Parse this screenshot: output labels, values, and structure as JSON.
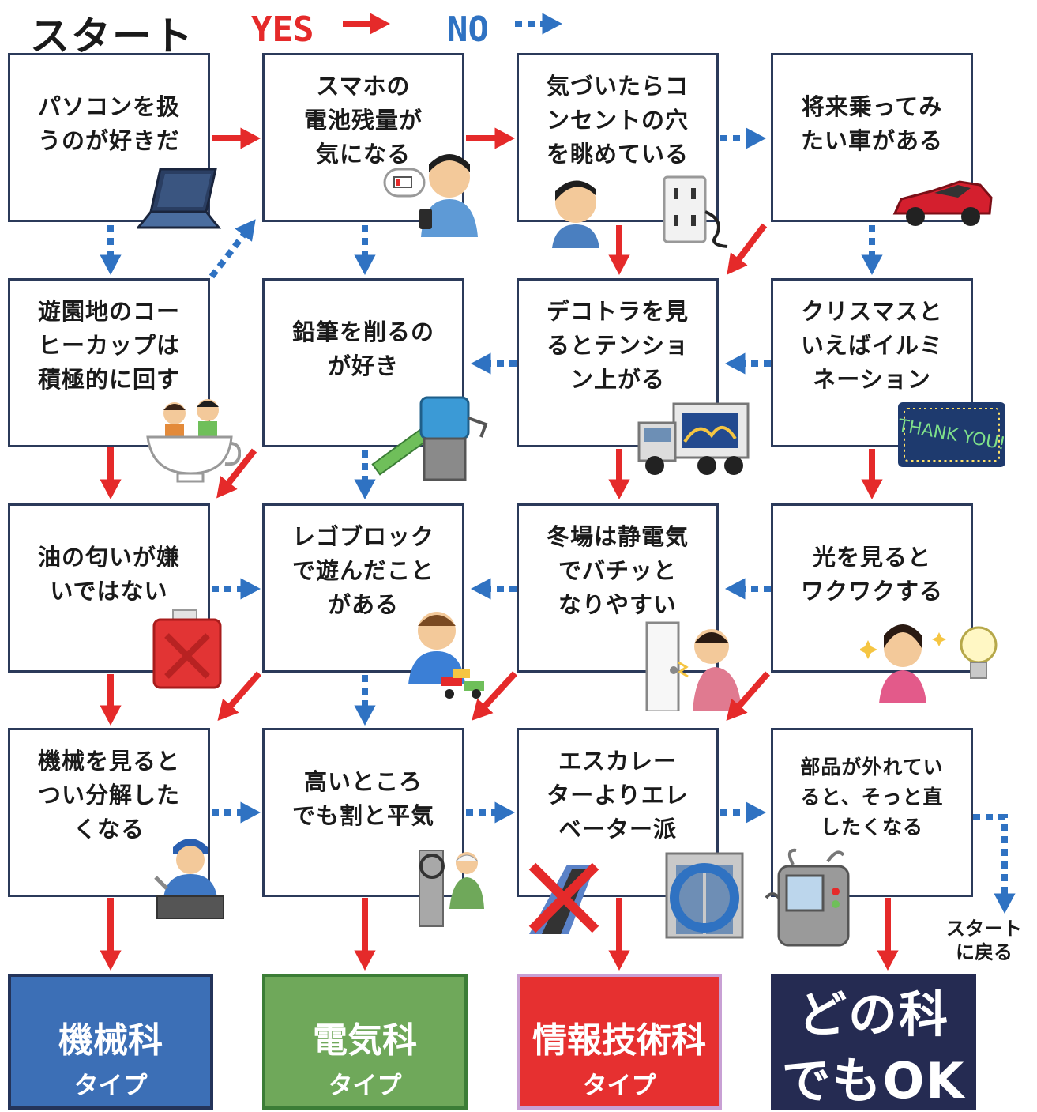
{
  "header": {
    "start": "スタート",
    "yes": "YES",
    "no": "NO"
  },
  "colors": {
    "yes": "#e52a2a",
    "no": "#2f72c2",
    "box_border": "#2b3a5a"
  },
  "questions": [
    "パソコンを扱\nうのが好きだ",
    "スマホの\n電池残量が\n気になる",
    "気づいたらコ\nンセントの穴\nを眺めている",
    "将来乗ってみ\nたい車がある",
    "遊園地のコー\nヒーカップは\n積極的に回す",
    "鉛筆を削るの\nが好き",
    "デコトラを見\nるとテンショ\nン上がる",
    "クリスマスと\nいえばイルミ\nネーション",
    "油の匂いが嫌\nいではない",
    "レゴブロック\nで遊んだこと\nがある",
    "冬場は静電気\nでバチッと\nなりやすい",
    "光を見ると\nワクワクする",
    "機械を見ると\nつい分解した\nくなる",
    "高いところ\nでも割と平気",
    "エスカレー\nターよりエレ\nベーター派",
    "部品が外れてい\nると、そっと直\nしたくなる"
  ],
  "results": {
    "machine": {
      "main": "機械科",
      "sub": "タイプ"
    },
    "electric": {
      "main": "電気科",
      "sub": "タイプ"
    },
    "info": {
      "main": "情報技術科",
      "sub": "タイプ"
    },
    "any": {
      "line1": "どの科",
      "line2": "でもOK"
    }
  },
  "back_to_start": "スタート\nに戻る",
  "illustrations": {
    "thank_you_sign": "THANK YOU!",
    "icons": [
      "laptop-icon",
      "smartphone-person-icon",
      "outlet-person-icon",
      "sports-car-icon",
      "coffee-cup-ride-icon",
      "pencil-sharpener-icon",
      "decorated-truck-icon",
      "thank-you-illumination-icon",
      "oil-can-icon",
      "lego-boy-icon",
      "static-shock-icon",
      "lightbulb-girl-icon",
      "mechanic-icon",
      "climber-icon",
      "escalator-elevator-icon",
      "robot-icon"
    ]
  }
}
